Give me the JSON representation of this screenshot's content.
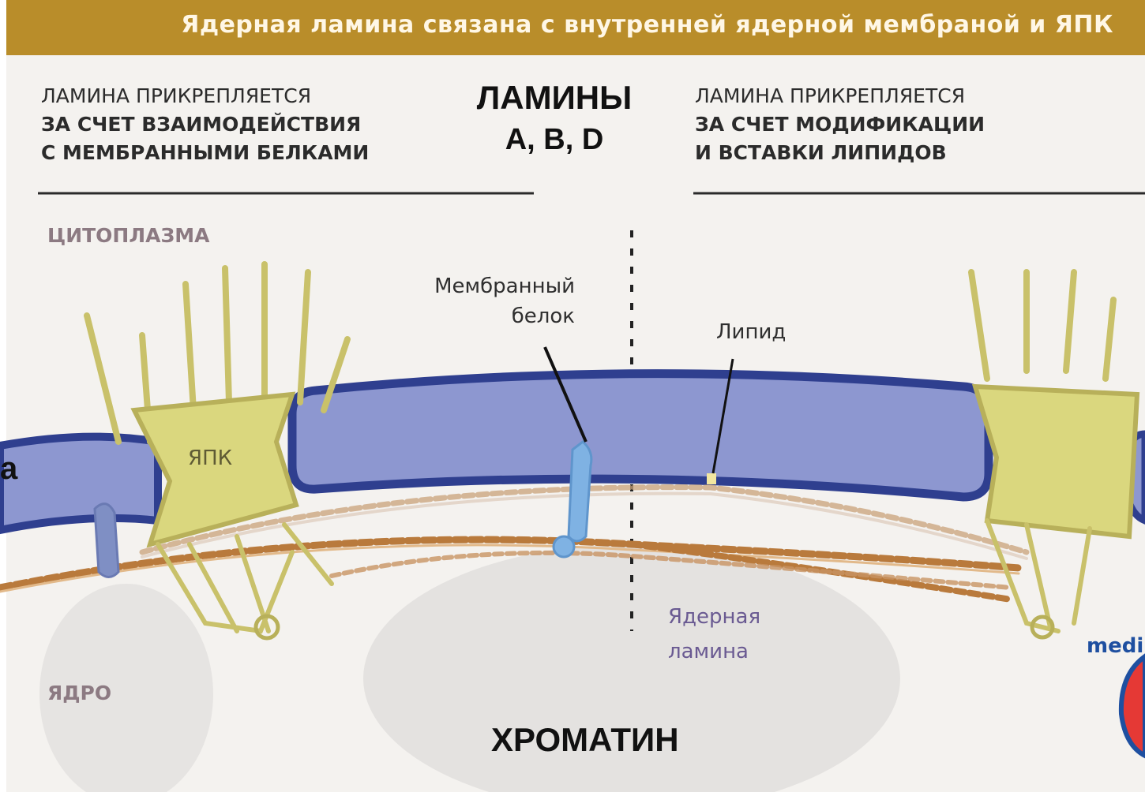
{
  "banner": {
    "title": "Ядерная ламина связана с внутренней ядерной мембраной и ЯПК"
  },
  "left_caption": {
    "line1": "ЛАМИНА ПРИКРЕПЛЯЕТСЯ",
    "line2": "ЗА СЧЕТ ВЗАИМОДЕЙСТВИЯ",
    "line3": "С МЕМБРАННЫМИ БЕЛКАМИ"
  },
  "right_caption": {
    "line1": "ЛАМИНА ПРИКРЕПЛЯЕТСЯ",
    "line2": "ЗА СЧЕТ МОДИФИКАЦИИ",
    "line3": "И ВСТАВКИ ЛИПИДОВ"
  },
  "center_title": {
    "line1": "ЛАМИНЫ",
    "line2": "А, В, D"
  },
  "labels": {
    "cytoplasm": "ЦИТОПЛАЗМА",
    "npc": "ЯПК",
    "membrane_protein": "Мембранный белок",
    "lipid": "Липид",
    "nuclear_lamina": "Ядерная ламина",
    "nucleus": "ЯДРО",
    "chromatin": "ХРОМАТИН",
    "edge_letter": "а",
    "watermark": "medi"
  },
  "colors": {
    "banner": "#b98d2a",
    "membrane": "#2f3f8f",
    "membrane_fill": "#8d97d0",
    "npc": "#dad77e",
    "lamina": "#b97a3c",
    "protein": "#7fb2e3"
  }
}
